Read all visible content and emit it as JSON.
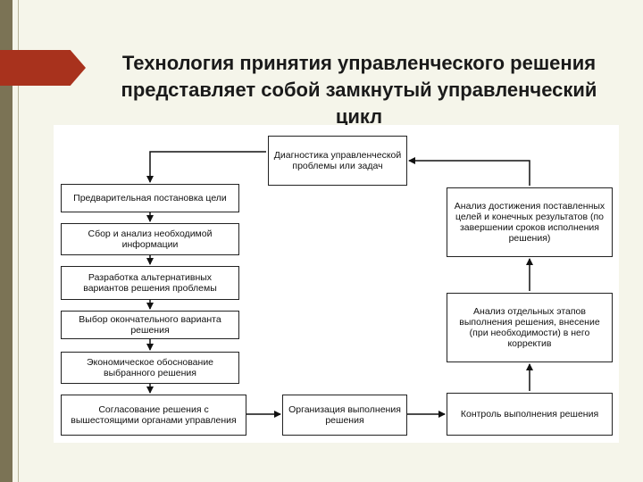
{
  "slide": {
    "title_line1": "Технология принятия управленческого решения",
    "title_line2": "представляет собой замкнутый управленческий",
    "title_line3": "цикл"
  },
  "diagram": {
    "left_column": [
      "Предварительная постановка цели",
      "Сбор и анализ необходимой информации",
      "Разработка альтернативных вариантов решения проблемы",
      "Выбор окончательного варианта решения",
      "Экономическое обоснование выбранного решения",
      "Согласование решения с вышестоящими органами управления"
    ],
    "top_center": "Диагностика управленческой проблемы или задач",
    "bottom_center": "Организация выполнения решения",
    "right_column": [
      "Анализ достижения поставленных целей и конечных результатов (по завершении сроков исполнения решения)",
      "Анализ отдельных этапов выполнения решения, внесение (при необходимости) в него корректив",
      "Контроль выполнения решения"
    ]
  }
}
